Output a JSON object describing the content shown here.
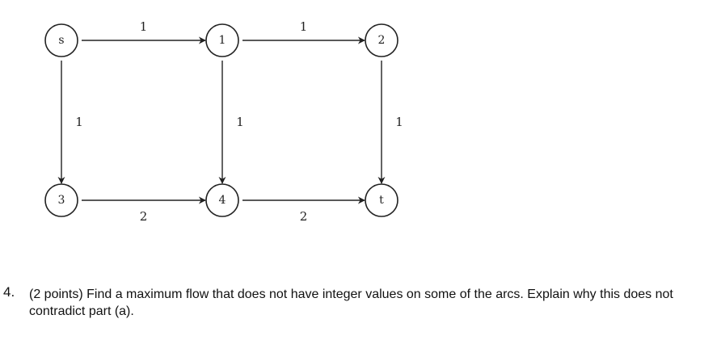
{
  "graph": {
    "nodes": [
      {
        "id": "s",
        "label": "s"
      },
      {
        "id": "n1",
        "label": "1"
      },
      {
        "id": "n2",
        "label": "2"
      },
      {
        "id": "n3",
        "label": "3"
      },
      {
        "id": "n4",
        "label": "4"
      },
      {
        "id": "t",
        "label": "t"
      }
    ],
    "edges": [
      {
        "from": "s",
        "to": "n1",
        "capacity": "1"
      },
      {
        "from": "n1",
        "to": "n2",
        "capacity": "1"
      },
      {
        "from": "s",
        "to": "n3",
        "capacity": "1"
      },
      {
        "from": "n1",
        "to": "n4",
        "capacity": "1"
      },
      {
        "from": "n2",
        "to": "t",
        "capacity": "1"
      },
      {
        "from": "n3",
        "to": "n4",
        "capacity": "2"
      },
      {
        "from": "n4",
        "to": "t",
        "capacity": "2"
      }
    ]
  },
  "question": {
    "number": "4.",
    "text": "(2 points) Find a maximum flow that does not have integer values on some of the arcs. Explain why this does not contradict part (a)."
  }
}
